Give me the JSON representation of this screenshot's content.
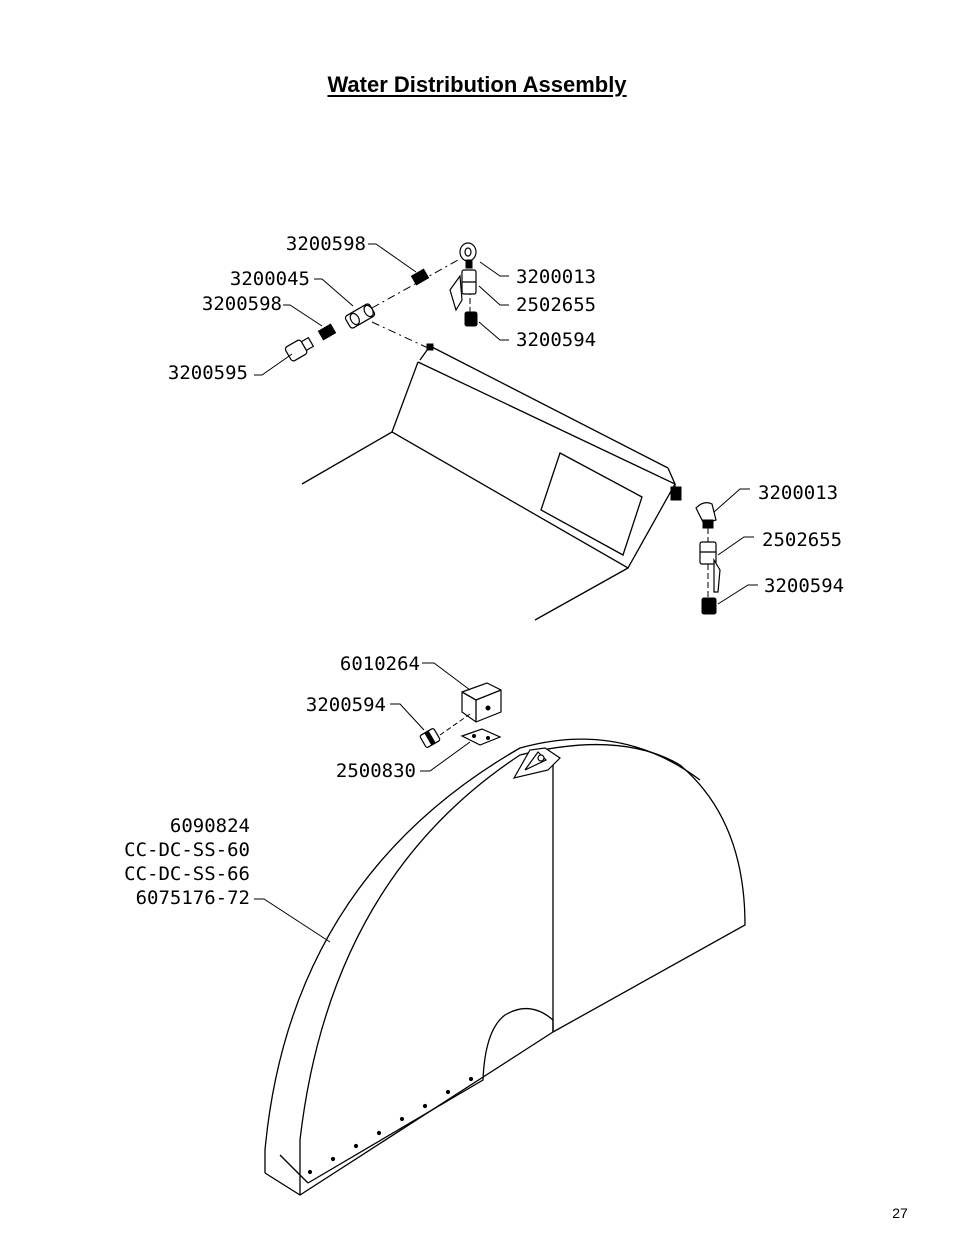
{
  "title": "Water Distribution Assembly",
  "page_number": "27",
  "callouts": {
    "top_tee_nipple_upper": "3200598",
    "top_tee": "3200045",
    "top_tee_nipple_lower": "3200598",
    "top_end_fitting": "3200595",
    "top_elbow": "3200013",
    "top_valve": "2502655",
    "top_adapter": "3200594",
    "right_elbow": "3200013",
    "right_valve": "2502655",
    "right_adapter": "3200594",
    "block": "6010264",
    "block_adapter": "3200594",
    "block_plate": "2500830",
    "guard_line_1": "6090824",
    "guard_line_2": "CC-DC-SS-60",
    "guard_line_3": "CC-DC-SS-66",
    "guard_line_4": "6075176-72"
  }
}
